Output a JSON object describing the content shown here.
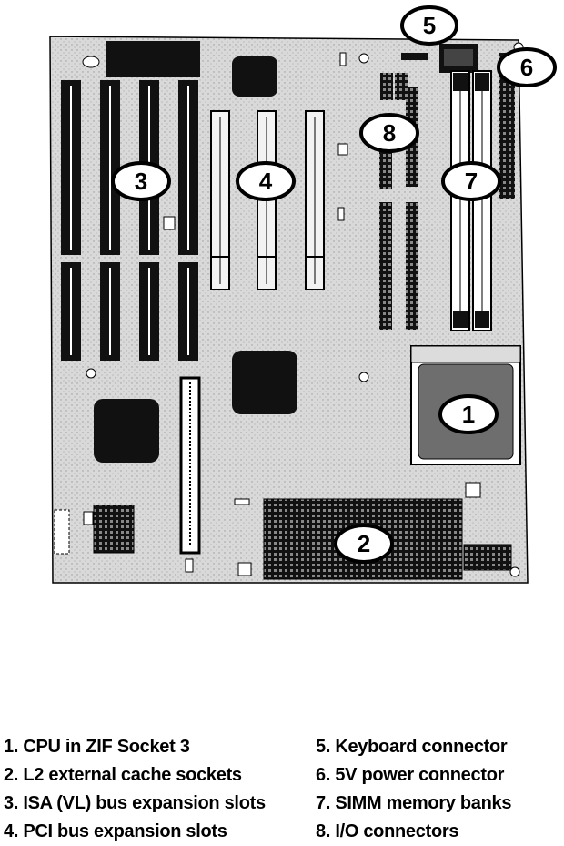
{
  "callouts": {
    "c1": "1",
    "c2": "2",
    "c3": "3",
    "c4": "4",
    "c5": "5",
    "c6": "6",
    "c7": "7",
    "c8": "8"
  },
  "legend": {
    "left": [
      "1. CPU in ZIF Socket 3",
      "2. L2 external cache sockets",
      "3. ISA (VL) bus expansion slots",
      "4. PCI bus expansion slots"
    ],
    "right": [
      "5. Keyboard connector",
      "6. 5V power connector",
      "7. SIMM memory banks",
      "8. I/O connectors"
    ]
  },
  "colors": {
    "board": "#d6d6d6",
    "ink": "#000000",
    "slot_white": "#f2f2f2",
    "cpu": "#6e6e6e"
  }
}
